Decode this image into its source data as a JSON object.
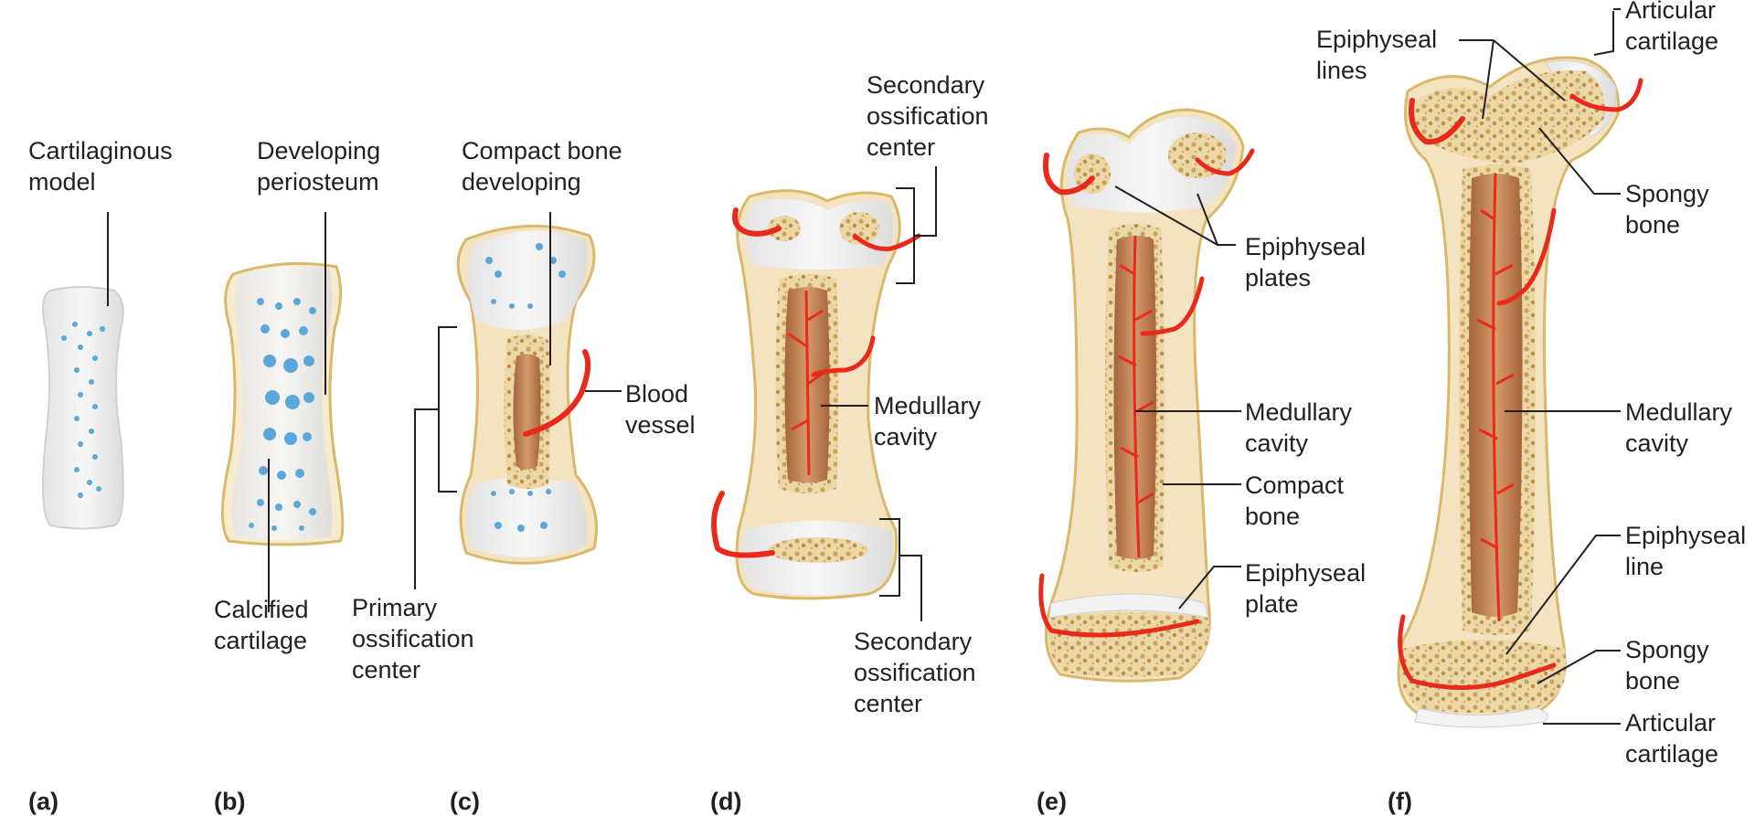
{
  "colors": {
    "bone": "#f3e3c0",
    "bone_edge": "#d9b86a",
    "cartilage": "#f2f2f2",
    "cartilage_edge": "#c9c9c9",
    "marrow": "#c98a5a",
    "marrow_dark": "#9a5a32",
    "vessel": "#e8291c",
    "spongy": "#e2c98f",
    "cell": "#5aa7d8",
    "line": "#231f20"
  },
  "panels": {
    "a": {
      "tag": "(a)",
      "labels": {
        "cartilaginous_model": "Cartilaginous\nmodel"
      }
    },
    "b": {
      "tag": "(b)",
      "labels": {
        "developing_periosteum": "Developing\nperiosteum",
        "calcified_cartilage": "Calcified\ncartilage"
      }
    },
    "c": {
      "tag": "(c)",
      "labels": {
        "compact_bone_developing": "Compact bone\ndeveloping",
        "blood_vessel": "Blood\nvessel",
        "primary_ossification_center": "Primary\nossification\ncenter"
      }
    },
    "d": {
      "tag": "(d)",
      "labels": {
        "secondary_ossification_center_top": "Secondary\nossification\ncenter",
        "medullary_cavity": "Medullary\ncavity",
        "secondary_ossification_center_bottom": "Secondary\nossification\ncenter"
      }
    },
    "e": {
      "tag": "(e)",
      "labels": {
        "epiphyseal_plates": "Epiphyseal\nplates",
        "medullary_cavity": "Medullary\ncavity",
        "compact_bone": "Compact\nbone",
        "epiphyseal_plate": "Epiphyseal\nplate"
      }
    },
    "f": {
      "tag": "(f)",
      "labels": {
        "epiphyseal_lines": "Epiphyseal\nlines",
        "articular_cartilage_top": "Articular\ncartilage",
        "spongy_bone_top": "Spongy\nbone",
        "medullary_cavity": "Medullary\ncavity",
        "epiphyseal_line": "Epiphyseal\nline",
        "spongy_bone_bottom": "Spongy\nbone",
        "articular_cartilage_bottom": "Articular\ncartilage"
      }
    }
  }
}
